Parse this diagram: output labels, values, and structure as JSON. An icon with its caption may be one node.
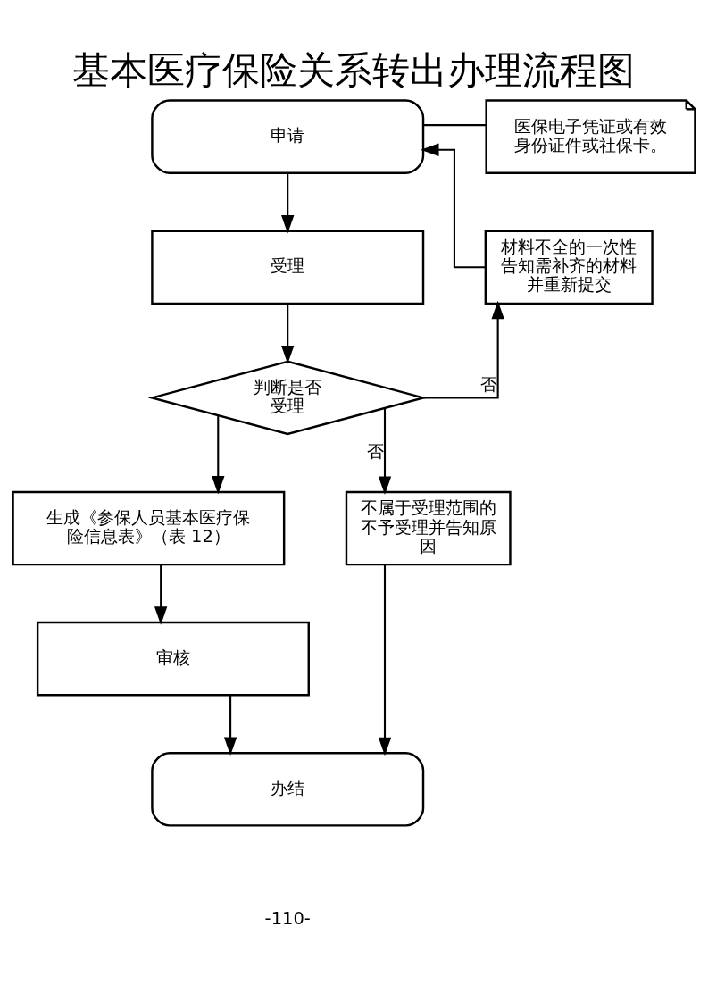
{
  "diagram": {
    "title": "基本医疗保险关系转出办理流程图",
    "nodes": [
      {
        "text": [
          "申请"
        ]
      },
      {
        "text": [
          "医保电子凭证或有效身份证件或社保卡。"
        ]
      },
      {
        "text": [
          "受理"
        ]
      },
      {
        "text": [
          "判断是否受理"
        ]
      },
      {
        "text": [
          "材料不全的一次性告知需补齐的材料并重新提交"
        ]
      },
      {
        "text": [
          "生成《参保人员基本医疗保险信息表》（表 12）"
        ]
      },
      {
        "text": [
          "不属于受理范围的不予受理并告知原因"
        ]
      },
      {
        "text": [
          "审核"
        ]
      },
      {
        "text": [
          "办结"
        ]
      }
    ],
    "edges": [
      {
        "from": 0,
        "to": 1,
        "arrow": "none"
      },
      {
        "from": 0,
        "to": 2,
        "arrow": "to"
      },
      {
        "from": 2,
        "to": 3,
        "arrow": "to"
      },
      {
        "from": 3,
        "to": 4,
        "arrow": "to",
        "label": "否"
      },
      {
        "from": 4,
        "to": 0,
        "arrow": "to"
      },
      {
        "from": 3,
        "to": 5,
        "arrow": "to"
      },
      {
        "from": 3,
        "to": 6,
        "arrow": "to",
        "label": "否"
      },
      {
        "from": 5,
        "to": 7,
        "arrow": "to"
      },
      {
        "from": 7,
        "to": 8,
        "arrow": "to"
      },
      {
        "from": 6,
        "to": 8,
        "arrow": "to"
      }
    ],
    "labels": [
      "-110-"
    ]
  }
}
